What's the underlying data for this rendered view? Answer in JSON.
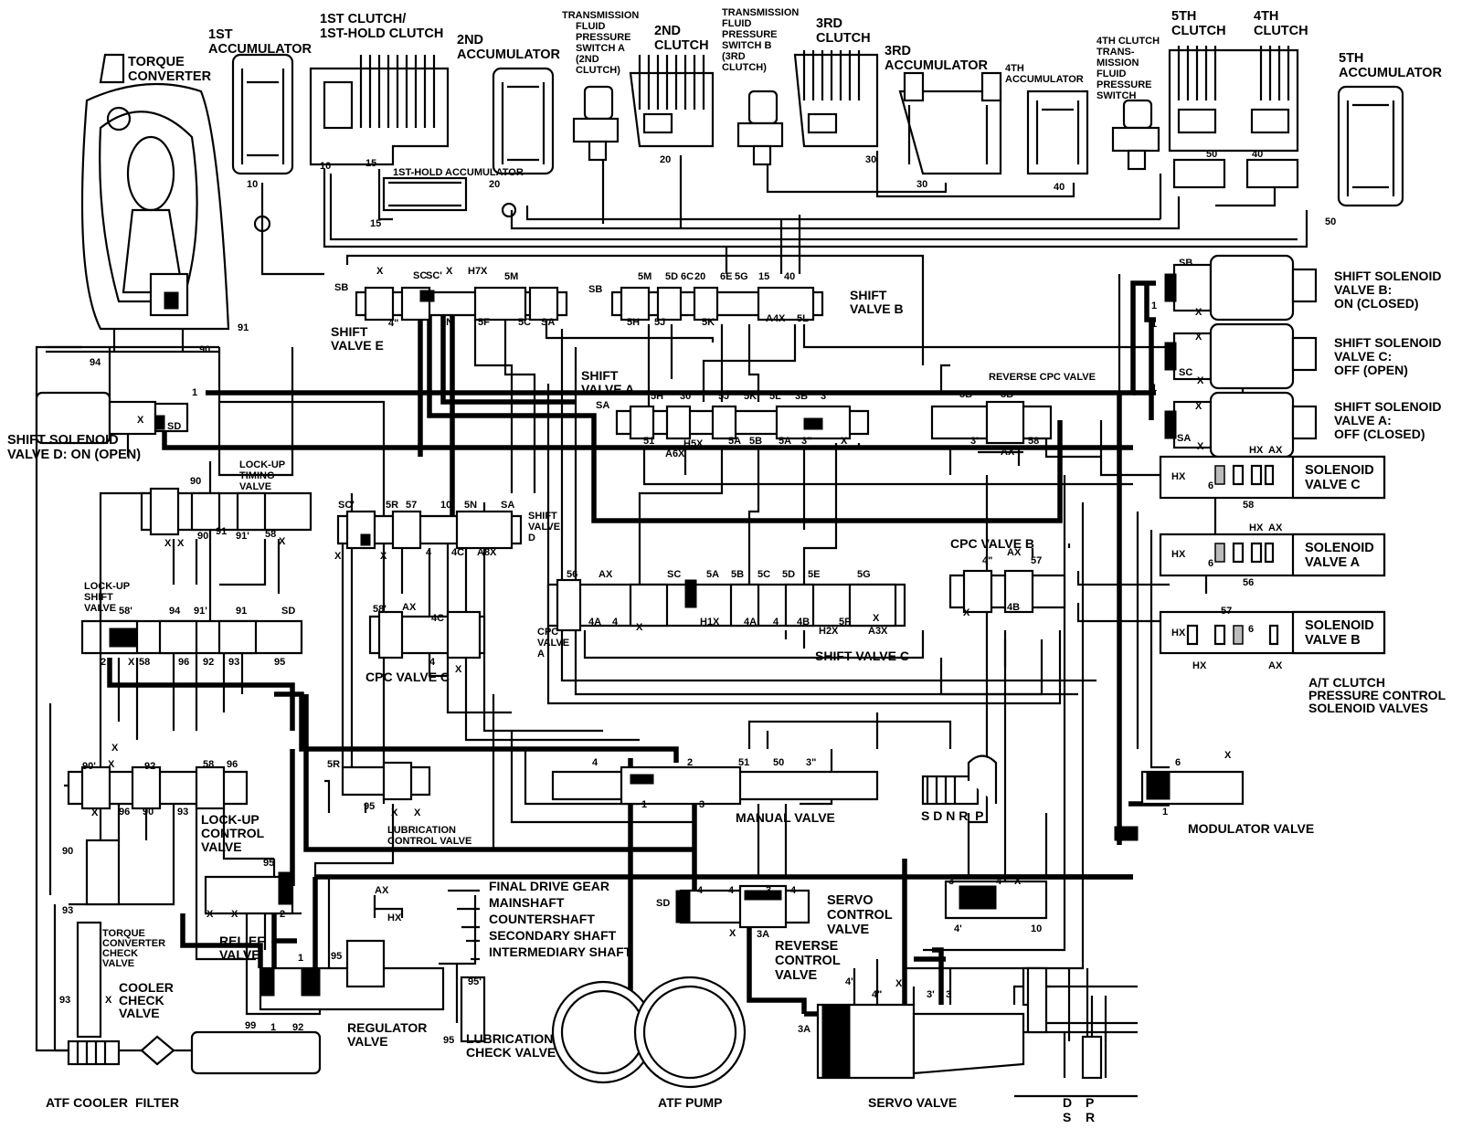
{
  "component_labels": {
    "torque_converter": [
      "TORQUE",
      "CONVERTER"
    ],
    "accumulator_1st": [
      "1ST",
      "ACCUMULATOR"
    ],
    "clutch_1st": [
      "1ST CLUTCH/",
      "1ST-HOLD CLUTCH"
    ],
    "accumulator_2nd": [
      "2ND",
      "ACCUMULATOR"
    ],
    "switch_a": [
      "TRANSMISSION",
      "FLUID",
      "PRESSURE",
      "SWITCH A",
      "(2ND",
      "CLUTCH)"
    ],
    "clutch_2nd": [
      "2ND",
      "CLUTCH"
    ],
    "switch_b": [
      "TRANSMISSION",
      "FLUID",
      "PRESSURE",
      "SWITCH B",
      "(3RD",
      "CLUTCH)"
    ],
    "clutch_3rd": [
      "3RD",
      "CLUTCH"
    ],
    "accumulator_3rd": [
      "3RD",
      "ACCUMULATOR"
    ],
    "accumulator_4th": [
      "4TH",
      "ACCUMULATOR"
    ],
    "switch_4th": [
      "4TH CLUTCH",
      "TRANS-",
      "MISSION",
      "FLUID",
      "PRESSURE",
      "SWITCH"
    ],
    "clutch_5th": [
      "5TH",
      "CLUTCH"
    ],
    "clutch_4th": [
      "4TH",
      "CLUTCH"
    ],
    "accumulator_5th": [
      "5TH",
      "ACCUMULATOR"
    ],
    "accumulator_1st_hold": "1ST-HOLD ACCUMULATOR",
    "solenoid_b": [
      "SHIFT SOLENOID",
      "VALVE B:",
      "ON (CLOSED)"
    ],
    "solenoid_c": [
      "SHIFT SOLENOID",
      "VALVE C:",
      "OFF (OPEN)"
    ],
    "solenoid_a": [
      "SHIFT SOLENOID",
      "VALVE A:",
      "OFF (CLOSED)"
    ],
    "solenoid_d": [
      "SHIFT SOLENOID",
      "VALVE D: ON (OPEN)"
    ],
    "shift_valve_e": [
      "SHIFT",
      "VALVE E"
    ],
    "shift_valve_b": [
      "SHIFT",
      "VALVE B"
    ],
    "shift_valve_a": [
      "SHIFT",
      "VALVE A"
    ],
    "shift_valve_d": [
      "SHIFT",
      "VALVE",
      "D"
    ],
    "shift_valve_c": "SHIFT VALVE C",
    "reverse_cpc": "REVERSE CPC VALVE",
    "cpc_b": "CPC VALVE B",
    "cpc_a": [
      "CPC",
      "VALVE",
      "A"
    ],
    "cpc_c": "CPC VALVE C",
    "lockup_timing": [
      "LOCK-UP",
      "TIMING",
      "VALVE"
    ],
    "lockup_shift": [
      "LOCK-UP",
      "SHIFT",
      "VALVE"
    ],
    "lockup_control": [
      "LOCK-UP",
      "CONTROL",
      "VALVE"
    ],
    "relief": [
      "RELIEF",
      "VALVE"
    ],
    "tc_check": [
      "TORQUE",
      "CONVERTER",
      "CHECK",
      "VALVE"
    ],
    "cooler_check": [
      "COOLER",
      "CHECK",
      "VALVE"
    ],
    "regulator": [
      "REGULATOR",
      "VALVE"
    ],
    "lubrication_check": [
      "LUBRICATION",
      "CHECK VALVE"
    ],
    "lubrication_control": [
      "LUBRICATION",
      "CONTROL VALVE"
    ],
    "manual": "MANUAL VALVE",
    "modulator": "MODULATOR VALVE",
    "servo_control": [
      "SERVO",
      "CONTROL",
      "VALVE"
    ],
    "reverse_control": [
      "REVERSE",
      "CONTROL",
      "VALVE"
    ],
    "servo": "SERVO VALVE",
    "atf_pump": "ATF PUMP",
    "atf_cooler": "ATF COOLER",
    "filter": "FILTER",
    "solenoid_valve_c": [
      "SOLENOID",
      "VALVE C"
    ],
    "solenoid_valve_a": [
      "SOLENOID",
      "VALVE A"
    ],
    "solenoid_valve_b": [
      "SOLENOID",
      "VALVE B"
    ],
    "at_clutch_pc": [
      "A/T CLUTCH",
      "PRESSURE CONTROL",
      "SOLENOID VALVES"
    ]
  },
  "shaft_labels": [
    "FINAL DRIVE GEAR",
    "MAINSHAFT",
    "COUNTERSHAFT",
    "SECONDARY SHAFT",
    "INTERMEDIARY SHAFT"
  ],
  "manual_positions": "S D N R  P",
  "bottom_positions": [
    "D",
    "S",
    "P",
    "R"
  ],
  "port_labels": [
    {
      "t": "10",
      "id": "p10a"
    },
    {
      "t": "10",
      "id": "p10b"
    },
    {
      "t": "15",
      "id": "p15a"
    },
    {
      "t": "15",
      "id": "p15b"
    },
    {
      "t": "20",
      "id": "p20a"
    },
    {
      "t": "20",
      "id": "p20b"
    },
    {
      "t": "30",
      "id": "p30a"
    },
    {
      "t": "30",
      "id": "p30b"
    },
    {
      "t": "40",
      "id": "p40a"
    },
    {
      "t": "50",
      "id": "p50a"
    },
    {
      "t": "40",
      "id": "p40b"
    },
    {
      "t": "50",
      "id": "p50b"
    },
    {
      "t": "SB",
      "id": "e_sb"
    },
    {
      "t": "X",
      "id": "e_x"
    },
    {
      "t": "SC",
      "id": "e_sc1"
    },
    {
      "t": "SC'",
      "id": "e_sc2"
    },
    {
      "t": "X",
      "id": "e_x2"
    },
    {
      "t": "H7X",
      "id": "e_h7"
    },
    {
      "t": "5M",
      "id": "e_5m"
    },
    {
      "t": "4\"",
      "id": "e_4"
    },
    {
      "t": "5N",
      "id": "e_5n"
    },
    {
      "t": "5F",
      "id": "e_5f"
    },
    {
      "t": "5C",
      "id": "e_5c"
    },
    {
      "t": "SA",
      "id": "e_sa"
    },
    {
      "t": "SB",
      "id": "b_sb"
    },
    {
      "t": "5M",
      "id": "b_5m"
    },
    {
      "t": "5D",
      "id": "b_5d"
    },
    {
      "t": "6C",
      "id": "b_6c"
    },
    {
      "t": "20",
      "id": "b_20"
    },
    {
      "t": "6E",
      "id": "b_6e"
    },
    {
      "t": "5G",
      "id": "b_5g"
    },
    {
      "t": "15",
      "id": "b_15"
    },
    {
      "t": "40",
      "id": "b_40"
    },
    {
      "t": "5H",
      "id": "b_5h"
    },
    {
      "t": "5J",
      "id": "b_5j"
    },
    {
      "t": "5K",
      "id": "b_5k"
    },
    {
      "t": "A4X",
      "id": "b_a4x"
    },
    {
      "t": "5L",
      "id": "b_5l"
    },
    {
      "t": "SA",
      "id": "a_sa"
    },
    {
      "t": "5H",
      "id": "a_5h"
    },
    {
      "t": "30",
      "id": "a_30"
    },
    {
      "t": "5J",
      "id": "a_5j"
    },
    {
      "t": "5K",
      "id": "a_5k"
    },
    {
      "t": "5L",
      "id": "a_5l"
    },
    {
      "t": "3B",
      "id": "a_3b"
    },
    {
      "t": "3'",
      "id": "a_3p"
    },
    {
      "t": "51",
      "id": "a_51"
    },
    {
      "t": "H5X",
      "id": "a_h5"
    },
    {
      "t": "A6X",
      "id": "a_a6"
    },
    {
      "t": "5B",
      "id": "a_5b"
    },
    {
      "t": "5A",
      "id": "a_5a"
    },
    {
      "t": "5A",
      "id": "a_5a2"
    },
    {
      "t": "3\"",
      "id": "a_3pp"
    },
    {
      "t": "X",
      "id": "a_x"
    },
    {
      "t": "3B",
      "id": "r_3b"
    },
    {
      "t": "3B",
      "id": "r_3b2"
    },
    {
      "t": "3'",
      "id": "r_3p"
    },
    {
      "t": "AX",
      "id": "r_ax"
    },
    {
      "t": "58",
      "id": "r_58"
    },
    {
      "t": "SB",
      "id": "s_sb"
    },
    {
      "t": "1",
      "id": "s_1a"
    },
    {
      "t": "X",
      "id": "s_xa"
    },
    {
      "t": "1",
      "id": "s_1b"
    },
    {
      "t": "X",
      "id": "s_xb"
    },
    {
      "t": "SC",
      "id": "s_sc"
    },
    {
      "t": "X",
      "id": "s_xc"
    },
    {
      "t": "1",
      "id": "s_1c"
    },
    {
      "t": "X",
      "id": "s_xd"
    },
    {
      "t": "SA",
      "id": "s_sa"
    },
    {
      "t": "X",
      "id": "s_xe"
    },
    {
      "t": "X",
      "id": "d_x"
    },
    {
      "t": "SD",
      "id": "d_sd"
    },
    {
      "t": "1",
      "id": "d_1"
    },
    {
      "t": "94",
      "id": "l_94"
    },
    {
      "t": "90",
      "id": "l_90"
    },
    {
      "t": "91",
      "id": "l_91"
    },
    {
      "t": "90",
      "id": "t_90"
    },
    {
      "t": "X",
      "id": "t_x1"
    },
    {
      "t": "X",
      "id": "t_x2"
    },
    {
      "t": "90'",
      "id": "t_90p"
    },
    {
      "t": "91",
      "id": "t_91"
    },
    {
      "t": "91'",
      "id": "t_91p"
    },
    {
      "t": "58",
      "id": "t_58"
    },
    {
      "t": "X",
      "id": "t_x3"
    },
    {
      "t": "SC'",
      "id": "dd_sc"
    },
    {
      "t": "5R",
      "id": "dd_5r"
    },
    {
      "t": "57",
      "id": "dd_57"
    },
    {
      "t": "10",
      "id": "dd_10"
    },
    {
      "t": "5N",
      "id": "dd_5n"
    },
    {
      "t": "SA",
      "id": "dd_sa"
    },
    {
      "t": "X",
      "id": "dd_x1"
    },
    {
      "t": "X",
      "id": "dd_x2"
    },
    {
      "t": "4",
      "id": "dd_4"
    },
    {
      "t": "4C",
      "id": "dd_4c"
    },
    {
      "t": "A8X",
      "id": "dd_a8"
    },
    {
      "t": "56",
      "id": "c_56"
    },
    {
      "t": "AX",
      "id": "c_ax"
    },
    {
      "t": "SC",
      "id": "c_sc"
    },
    {
      "t": "5A",
      "id": "c_5a"
    },
    {
      "t": "5B",
      "id": "c_5b"
    },
    {
      "t": "5C",
      "id": "c_5c"
    },
    {
      "t": "5D",
      "id": "c_5d"
    },
    {
      "t": "5E",
      "id": "c_5e"
    },
    {
      "t": "5G",
      "id": "c_5g"
    },
    {
      "t": "4A",
      "id": "c_4a"
    },
    {
      "t": "4",
      "id": "c_4"
    },
    {
      "t": "X",
      "id": "c_x"
    },
    {
      "t": "H1X",
      "id": "c_h1"
    },
    {
      "t": "4A",
      "id": "c_4a2"
    },
    {
      "t": "4",
      "id": "c_42"
    },
    {
      "t": "4B",
      "id": "c_4b"
    },
    {
      "t": "H2X",
      "id": "c_h2"
    },
    {
      "t": "5F",
      "id": "c_5f"
    },
    {
      "t": "X",
      "id": "c_x2"
    },
    {
      "t": "A3X",
      "id": "c_a3"
    },
    {
      "t": "58'",
      "id": "cc_58"
    },
    {
      "t": "AX",
      "id": "cc_ax"
    },
    {
      "t": "4C",
      "id": "cc_4c"
    },
    {
      "t": "4",
      "id": "cc_4"
    },
    {
      "t": "X",
      "id": "cc_x"
    },
    {
      "t": "4\"",
      "id": "cb_4"
    },
    {
      "t": "AX",
      "id": "cb_ax"
    },
    {
      "t": "57",
      "id": "cb_57"
    },
    {
      "t": "X",
      "id": "cb_x"
    },
    {
      "t": "4B",
      "id": "cb_4b"
    },
    {
      "t": "HX",
      "id": "sv_hx1"
    },
    {
      "t": "AX",
      "id": "sv_ax1"
    },
    {
      "t": "HX",
      "id": "sv_hx2"
    },
    {
      "t": "6",
      "id": "sv_6a"
    },
    {
      "t": "58",
      "id": "sv_58"
    },
    {
      "t": "HX",
      "id": "sv_hx3"
    },
    {
      "t": "AX",
      "id": "sv_ax3"
    },
    {
      "t": "HX",
      "id": "sv_hx4"
    },
    {
      "t": "6",
      "id": "sv_6b"
    },
    {
      "t": "56",
      "id": "sv_56"
    },
    {
      "t": "57",
      "id": "sv_57"
    },
    {
      "t": "HX",
      "id": "sv_hx5"
    },
    {
      "t": "6",
      "id": "sv_6c"
    },
    {
      "t": "HX",
      "id": "sv_hx6"
    },
    {
      "t": "AX",
      "id": "sv_ax6"
    },
    {
      "t": "58'",
      "id": "ls_58"
    },
    {
      "t": "94",
      "id": "ls_94"
    },
    {
      "t": "91'",
      "id": "ls_91p"
    },
    {
      "t": "91",
      "id": "ls_91"
    },
    {
      "t": "SD",
      "id": "ls_sd"
    },
    {
      "t": "2",
      "id": "ls_2"
    },
    {
      "t": "X",
      "id": "ls_x"
    },
    {
      "t": "58",
      "id": "ls_58b"
    },
    {
      "t": "96",
      "id": "ls_96"
    },
    {
      "t": "92",
      "id": "ls_92"
    },
    {
      "t": "93",
      "id": "ls_93"
    },
    {
      "t": "95",
      "id": "ls_95"
    },
    {
      "t": "X",
      "id": "lc_x1"
    },
    {
      "t": "90'",
      "id": "lc_90"
    },
    {
      "t": "X",
      "id": "lc_x2"
    },
    {
      "t": "92",
      "id": "lc_92"
    },
    {
      "t": "58",
      "id": "lc_58"
    },
    {
      "t": "96",
      "id": "lc_96"
    },
    {
      "t": "X",
      "id": "lc_x3"
    },
    {
      "t": "96",
      "id": "lc_96b"
    },
    {
      "t": "90",
      "id": "lc_90b"
    },
    {
      "t": "93",
      "id": "lc_93"
    },
    {
      "t": "5R",
      "id": "lu_5r"
    },
    {
      "t": "95",
      "id": "lu_95"
    },
    {
      "t": "X",
      "id": "lu_x1"
    },
    {
      "t": "X",
      "id": "lu_x2"
    },
    {
      "t": "4",
      "id": "m_4"
    },
    {
      "t": "2",
      "id": "m_2"
    },
    {
      "t": "51",
      "id": "m_51"
    },
    {
      "t": "50",
      "id": "m_50"
    },
    {
      "t": "3\"",
      "id": "m_3"
    },
    {
      "t": "1",
      "id": "m_1"
    },
    {
      "t": "3",
      "id": "m_3b"
    },
    {
      "t": "6",
      "id": "mo_6"
    },
    {
      "t": "X",
      "id": "mo_x"
    },
    {
      "t": "1",
      "id": "mo_1"
    },
    {
      "t": "90",
      "id": "tc_90"
    },
    {
      "t": "93",
      "id": "tc_93"
    },
    {
      "t": "93",
      "id": "cv_93"
    },
    {
      "t": "X",
      "id": "cv_x"
    },
    {
      "t": "95",
      "id": "rv_95"
    },
    {
      "t": "X",
      "id": "rv_x1"
    },
    {
      "t": "X",
      "id": "rv_x2"
    },
    {
      "t": "2",
      "id": "rv_2"
    },
    {
      "t": "AX",
      "id": "rg_ax"
    },
    {
      "t": "HX",
      "id": "rg_hx"
    },
    {
      "t": "1",
      "id": "rg_1"
    },
    {
      "t": "95",
      "id": "rg_95"
    },
    {
      "t": "1",
      "id": "rg_1b"
    },
    {
      "t": "92",
      "id": "rg_92"
    },
    {
      "t": "95'",
      "id": "lb_95p"
    },
    {
      "t": "95",
      "id": "lb_95"
    },
    {
      "t": "99",
      "id": "f_99"
    },
    {
      "t": "SD",
      "id": "sc_sd"
    },
    {
      "t": "4",
      "id": "sc_4"
    },
    {
      "t": "4",
      "id": "sc_4b"
    },
    {
      "t": "3",
      "id": "sc_3"
    },
    {
      "t": "4",
      "id": "sc_4c"
    },
    {
      "t": "X",
      "id": "sc_x"
    },
    {
      "t": "3A",
      "id": "sc_3a"
    },
    {
      "t": "3",
      "id": "sv_3"
    },
    {
      "t": "4",
      "id": "sv_4"
    },
    {
      "t": "X",
      "id": "sv_x"
    },
    {
      "t": "4'",
      "id": "sv_4p"
    },
    {
      "t": "10",
      "id": "sv_10"
    },
    {
      "t": "4'",
      "id": "se_4p"
    },
    {
      "t": "4\"",
      "id": "se_4pp"
    },
    {
      "t": "X",
      "id": "se_x"
    },
    {
      "t": "3'",
      "id": "se_3p"
    },
    {
      "t": "3",
      "id": "se_3"
    },
    {
      "t": "3A",
      "id": "se_3a"
    }
  ]
}
